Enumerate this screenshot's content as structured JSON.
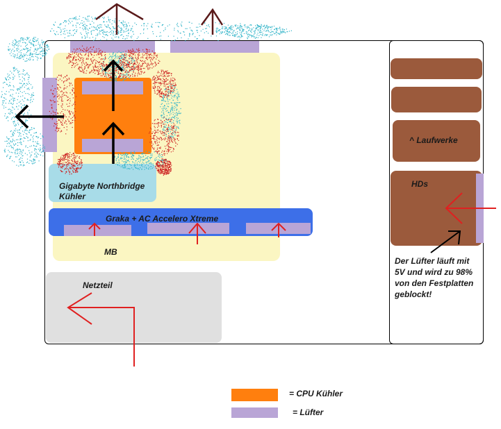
{
  "labels": {
    "northbridge": [
      "Gigabyte Northbridge",
      "Kühler"
    ],
    "graka": "Graka + AC Accelero Xtreme",
    "mb": "MB",
    "netzteil": "Netzteil",
    "laufwerke": "^ Laufwerke",
    "hds": "HDs",
    "note": [
      "Der Lüfter läuft mit",
      "5V und wird zu 98%",
      "von den Festplatten",
      "geblockt!"
    ]
  },
  "legend": [
    {
      "label": "= CPU Kühler",
      "color": "#ff7f0e"
    },
    {
      "label": "= Lüfter",
      "color": "#b9a5d6"
    }
  ],
  "colors": {
    "mainboard": "#fbf6c2",
    "cpu_cooler": "#ff7f0e",
    "fan": "#b9a5d6",
    "graphics_card": "#3d6fe8",
    "northbridge": "#a8dce8",
    "psu": "#e0e0e0",
    "drive": "#9b5a3c",
    "hot_air": "#cc2222",
    "cool_air": "#33b5c9",
    "airflow_arrow_red": "#e02020",
    "airflow_arrow_dark": "#5a1a1a"
  }
}
